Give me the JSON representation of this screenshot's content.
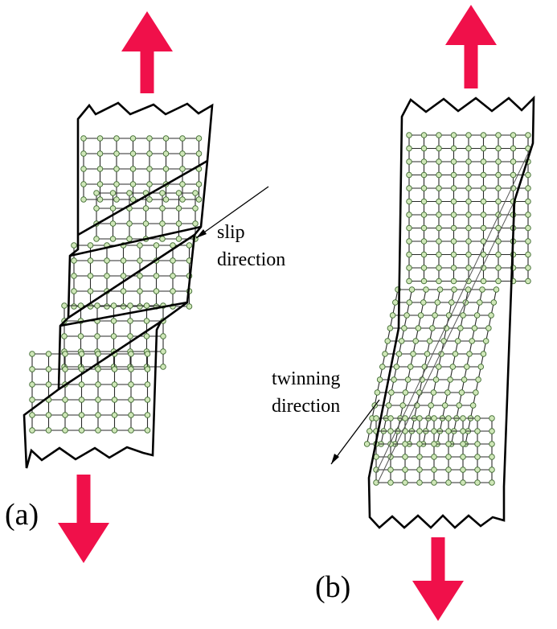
{
  "labels": {
    "panel_a": "(a)",
    "panel_b": "(b)",
    "slip_line1": "slip",
    "slip_line2": "direction",
    "twin_line1": "twinning",
    "twin_line2": "direction"
  },
  "colors": {
    "arrow": "#f0104a",
    "atom_fill": "#cfe7b8",
    "atom_stroke": "#3f6b30",
    "outline": "#000000"
  }
}
